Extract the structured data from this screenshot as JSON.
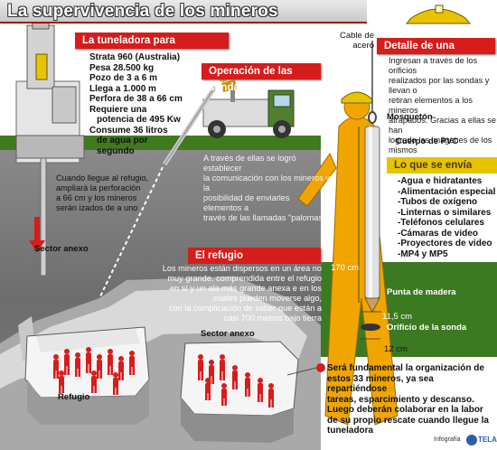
{
  "title": "La supervivencia de los mineros",
  "tuneladora": {
    "heading": "La tuneladora para rescatarlos",
    "specs": [
      "Strata 960 (Australia)",
      "Pesa 28.500 kg",
      "Pozo de 3 a 6 m",
      "Llega a 1.000 m",
      "Perfora de 38 a 66 cm",
      "Requiere una",
      "potencia de 495 Kw",
      "Consume 36 litros",
      "de agua por",
      "segundo"
    ],
    "note": [
      "Cuando llegue al refugio,",
      "ampliará la perforación",
      "a 66 cm y los mineros",
      "serán izados de a uno"
    ]
  },
  "sondas": {
    "heading": "Operación de las sondas",
    "text": [
      "A través de ellas se logró establecer",
      "la comunicación con los mineros y la",
      "posibilidad de enviarles elementos a",
      "través de las llamadas \"palomas\""
    ]
  },
  "paloma": {
    "cable_label": [
      "Cable de",
      "acero"
    ],
    "heading": "Detalle de una \"paloma\"",
    "text": [
      "Ingresan a través de los orificios",
      "realizados por las sondas y llevan o",
      "retiran elementos a los mineros",
      "atrapados. Gracias a ellas se han",
      "logrado las imágenes de los mismos"
    ],
    "mosqueton": "Mosquetón",
    "cuerpo": "Cuerpo de PVC",
    "length": "170 cm",
    "punta": "Punta de madera",
    "width_a": "11,5 cm",
    "orificio": "Orificio de la sonda",
    "width_b": "12 cm"
  },
  "envia": {
    "heading": "Lo que se envía",
    "items": [
      "-Agua e hidratantes",
      "-Alimentación especial",
      "-Tubos de oxígeno",
      "-Linternas o similares",
      "-Teléfonos celulares",
      "-Cámaras de video",
      "-Proyectores de video",
      "-MP4 y MP5"
    ]
  },
  "refugio": {
    "heading": "El refugio",
    "text": [
      "Los mineros están dispersos en un área no",
      "muy grande, comprendida entre el refugio",
      "en sí y un ala más grande anexa e en los",
      "cuales pueden moverse algo,",
      "con la complicación de saber que están a",
      "casi 700 metros bajo tierra"
    ],
    "sector_anexo_1": "Sector anexo",
    "sector_anexo_2": "Sector anexo",
    "refugio_label": "Refugio"
  },
  "organizacion": [
    "Será fundamental la organización de",
    "estos 33 mineros, ya sea repartiéndose",
    "tareas, esparcimiento y descanso.",
    "Luego deberán colaborar en la labor",
    "de su propio rescate cuando llegue la",
    "tuneladora"
  ],
  "credit": {
    "infografia": "Infografía",
    "agency": "TELAM"
  },
  "colors": {
    "accent_red": "#d71c1c",
    "yellow": "#e7c300",
    "ground_green": "#3f7a1f",
    "rock_grey": "#7b7b7b",
    "miner_orange": "#f0a500"
  }
}
